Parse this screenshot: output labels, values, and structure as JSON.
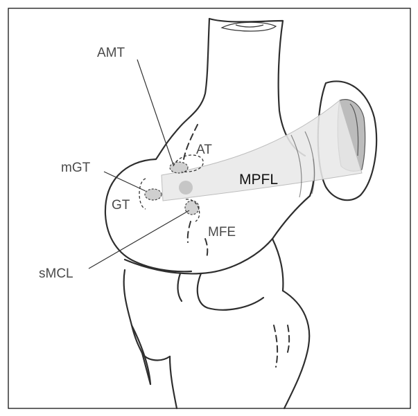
{
  "figure": {
    "border_color": "#000000",
    "ligament_fill": "#e8e8e8",
    "attachment_fill": "#c8c8c8",
    "labels": {
      "amt": "AMT",
      "at": "AT",
      "mgt": "mGT",
      "gt": "GT",
      "mpfl": "MPFL",
      "mfe": "MFE",
      "smcl": "sMCL"
    }
  }
}
